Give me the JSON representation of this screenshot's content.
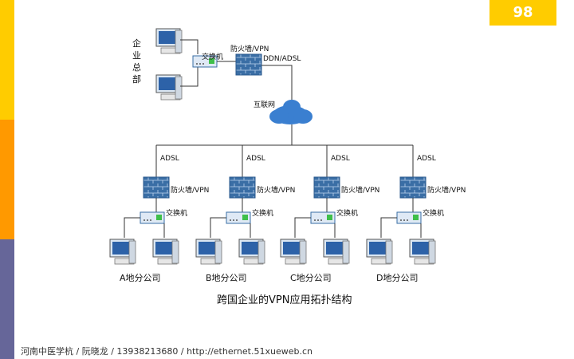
{
  "slide": {
    "page_number": "98",
    "footer": "河南中医学杭 / 阮晓龙 / 13938213680 / http://ethernet.51xueweb.cn"
  },
  "diagram": {
    "hq": {
      "label": "企业总部",
      "switch": "交换机",
      "firewall": "防火墙/VPN",
      "link": "DDN/ADSL"
    },
    "cloud": "互联网",
    "branches": [
      {
        "link": "ADSL",
        "firewall": "防火墙/VPN",
        "switch": "交换机",
        "name": "A地分公司"
      },
      {
        "link": "ADSL",
        "firewall": "防火墙/VPN",
        "switch": "交换机",
        "name": "B地分公司"
      },
      {
        "link": "ADSL",
        "firewall": "防火墙/VPN",
        "switch": "交换机",
        "name": "C地分公司"
      },
      {
        "link": "ADSL",
        "firewall": "防火墙/VPN",
        "switch": "交换机",
        "name": "D地分公司"
      }
    ],
    "caption": "跨国企业的VPN应用拓扑结构"
  },
  "colors": {
    "accent": "#ffcc00",
    "accent2": "#ff9900",
    "accent3": "#666699",
    "device": "#3a6ea5"
  }
}
